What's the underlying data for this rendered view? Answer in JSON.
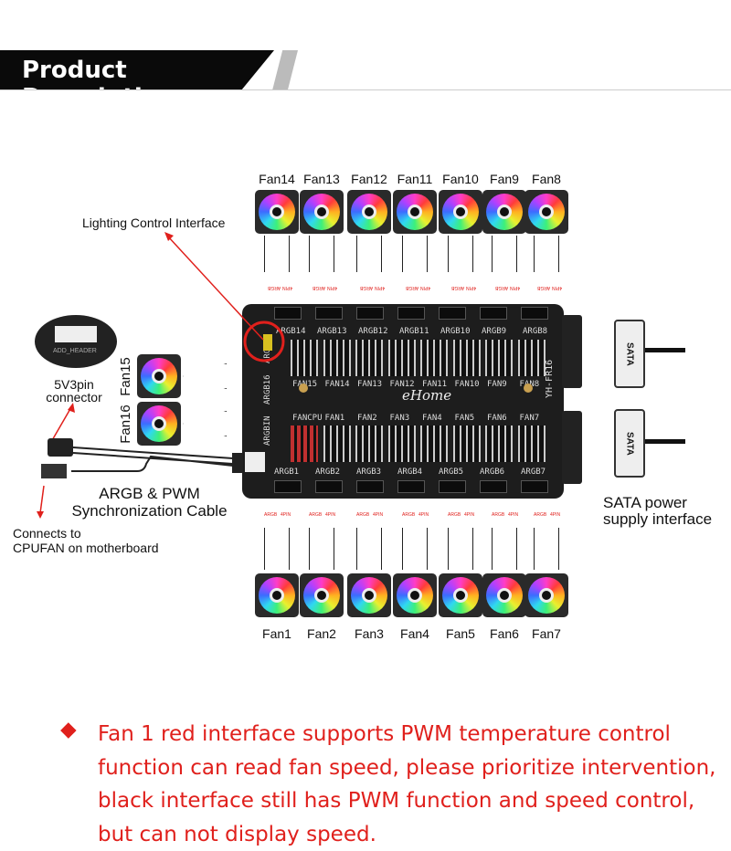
{
  "header": {
    "title": "Product Description"
  },
  "fans_top": [
    "Fan14",
    "Fan13",
    "Fan12",
    "Fan11",
    "Fan10",
    "Fan9",
    "Fan8"
  ],
  "fans_bottom": [
    "Fan1",
    "Fan2",
    "Fan3",
    "Fan4",
    "Fan5",
    "Fan6",
    "Fan7"
  ],
  "fans_side": [
    "Fan15",
    "Fan16"
  ],
  "board": {
    "argb_top": [
      "ARGB14",
      "ARGB13",
      "ARGB12",
      "ARGB11",
      "ARGB10",
      "ARGB9",
      "ARGB8"
    ],
    "fan_top": [
      "FAN15",
      "FAN14",
      "FAN13",
      "FAN12",
      "FAN11",
      "FAN10",
      "FAN9",
      "FAN8"
    ],
    "fan_bottom": [
      "FANCPU",
      "FAN1",
      "FAN2",
      "FAN3",
      "FAN4",
      "FAN5",
      "FAN6",
      "FAN7"
    ],
    "argb_bottom": [
      "ARGB1",
      "ARGB2",
      "ARGB3",
      "ARGB4",
      "ARGB5",
      "ARGB6",
      "ARGB7"
    ],
    "side": [
      "ARGB15",
      "ARGB16",
      "ARGBIN"
    ],
    "logo": "eHome",
    "model": "YH-FR16",
    "sata": "SATA"
  },
  "connector_tags": {
    "argb": "ARGB",
    "pin": "4PIN"
  },
  "callouts": {
    "lighting": "Lighting Control Interface",
    "header_photo": "ADD_HEADER",
    "connector": [
      "5V3pin",
      "connector"
    ],
    "cable": [
      "ARGB & PWM",
      "Synchronization Cable"
    ],
    "cpufan": [
      "Connects to",
      "CPUFAN on motherboard"
    ],
    "sata": [
      "SATA power",
      "supply interface"
    ]
  },
  "notes": {
    "bullet": "◆",
    "lines": [
      "Fan 1 red interface supports PWM temperature control",
      "function can read fan speed, please prioritize intervention,",
      "black interface still has PWM function and speed control,",
      "but can not display speed."
    ]
  },
  "colors": {
    "accent": "#e0201c",
    "board": "#1d1d1d"
  }
}
